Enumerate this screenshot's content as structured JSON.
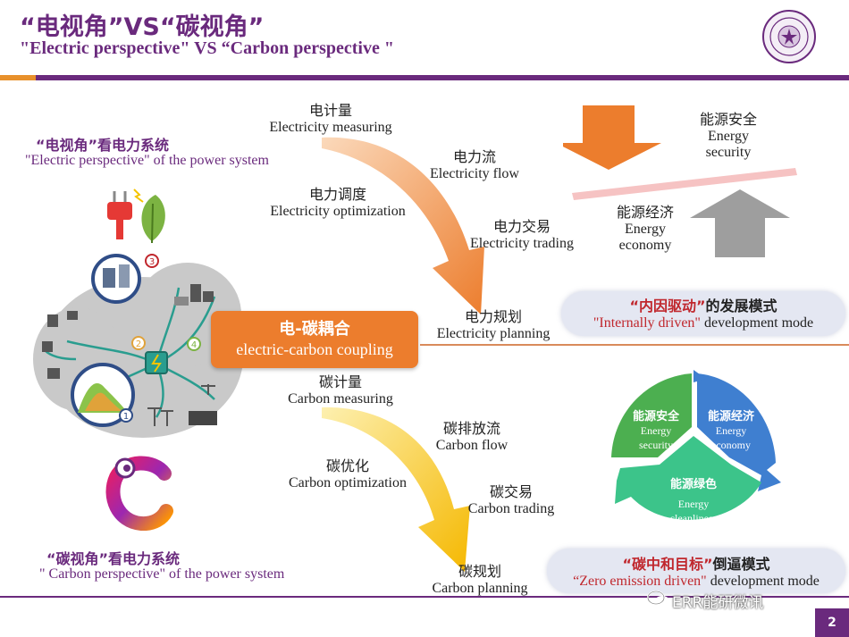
{
  "header": {
    "title_zh": "“电视角”VS“碳视角”",
    "title_en": "\"Electric perspective\" VS “Carbon perspective \""
  },
  "left": {
    "electric_view_zh": "“电视角”看电力系统",
    "electric_view_en": "\"Electric perspective\" of the power system",
    "carbon_view_zh": "“碳视角”看电力系统",
    "carbon_view_en": "\" Carbon perspective\" of the power system",
    "cloud_numbers": [
      "1",
      "2",
      "3",
      "4"
    ]
  },
  "coupling": {
    "zh": "电-碳耦合",
    "en": "electric-carbon coupling"
  },
  "electric_steps": [
    {
      "zh": "电计量",
      "en": "Electricity measuring"
    },
    {
      "zh": "电力流",
      "en": "Electricity flow"
    },
    {
      "zh": "电力调度",
      "en": "Electricity optimization"
    },
    {
      "zh": "电力交易",
      "en": "Electricity trading"
    },
    {
      "zh": "电力规划",
      "en": "Electricity planning"
    }
  ],
  "carbon_steps": [
    {
      "zh": "碳计量",
      "en": "Carbon measuring"
    },
    {
      "zh": "碳排放流",
      "en": "Carbon flow"
    },
    {
      "zh": "碳优化",
      "en": "Carbon optimization"
    },
    {
      "zh": "碳交易",
      "en": "Carbon trading"
    },
    {
      "zh": "碳规划",
      "en": "Carbon planning"
    }
  ],
  "balance": {
    "security_zh": "能源安全",
    "security_en_1": "Energy",
    "security_en_2": "security",
    "economy_zh": "能源经济",
    "economy_en_1": "Energy",
    "economy_en_2": "economy"
  },
  "internal_mode": {
    "zh_quote": "“内因驱动”",
    "zh_rest": "的发展模式",
    "en_quote": "\"Internally driven\"",
    "en_rest": " development mode"
  },
  "triangle": {
    "security_zh": "能源安全",
    "security_en_1": "Energy",
    "security_en_2": "security",
    "economy_zh": "能源经济",
    "economy_en_1": "Energy",
    "economy_en_2": "economy",
    "green_zh": "能源绿色",
    "green_en_1": "Energy",
    "green_en_2": "cleanliness"
  },
  "zero_mode": {
    "zh_quote": "“碳中和目标”",
    "zh_rest": "倒逼模式",
    "en_quote": "“Zero emission driven\"",
    "en_rest": " development mode"
  },
  "watermark": "ERR能研微讯",
  "page_number": "2",
  "colors": {
    "brand_purple": "#6a2a7d",
    "orange": "#ec7d2d",
    "yellow": "#f5b800",
    "highlight_red": "#c0272d",
    "security_green": "#4caf50",
    "economy_blue": "#3f7fd0",
    "cleanliness_teal": "#3cc48a"
  }
}
